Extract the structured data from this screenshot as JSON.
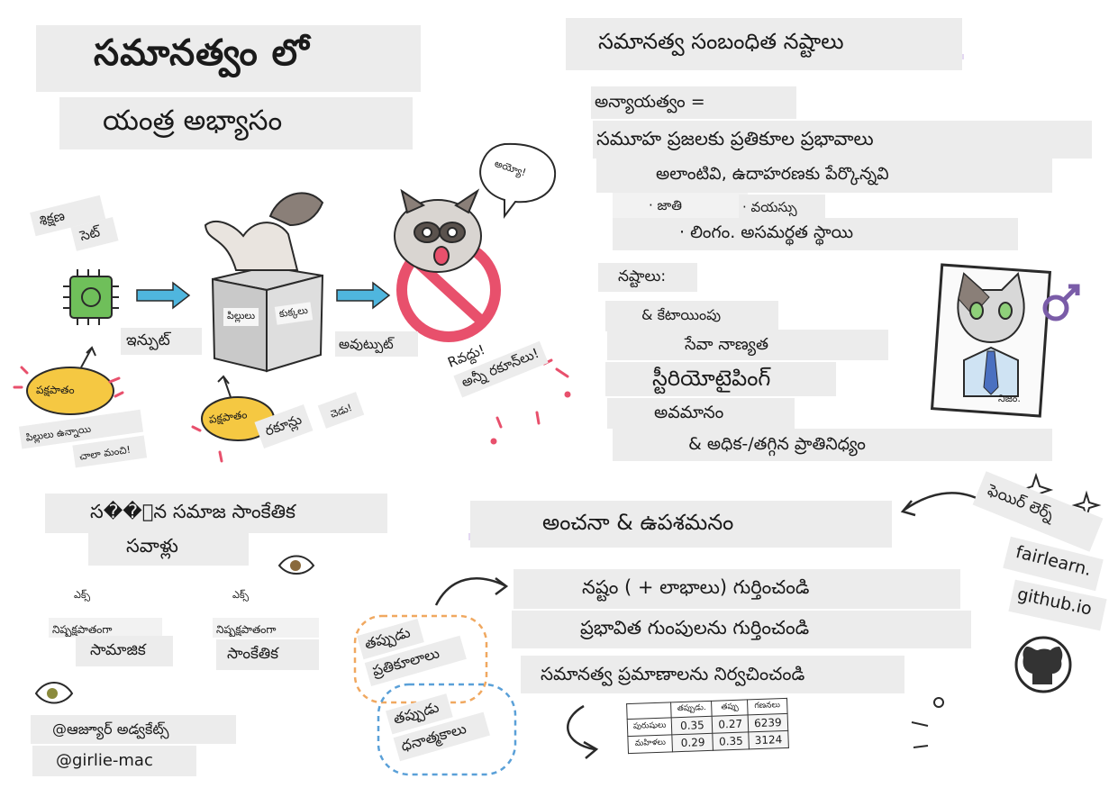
{
  "title": {
    "line1": "సమానత్వం లో",
    "line2": "యంత్ర అభ్యాసం"
  },
  "pipeline": {
    "training_set": [
      "శిక్షణ",
      "సెట్"
    ],
    "input": "ఇన్పుట్",
    "output": "అవుట్పుట్",
    "box_labels": [
      "పిల్లులు",
      "కుక్కలు"
    ],
    "bias1": "పక్షపాతం",
    "bias1_note": [
      "పిల్లులు ఉన్నాయి",
      "చాలా మంచి!"
    ],
    "bias2": "పక్షపాతం",
    "bias2_note": "రకూన్లు",
    "bias2_note2": "చెడు!",
    "speech": "అయ్యో!",
    "reject": [
      "Rవద్దు!",
      "అన్నీ రకూన్‌లు!"
    ]
  },
  "harms": {
    "heading": "సమానత్వ సంబంధిత నష్టాలు",
    "unfair_label": "అన్యాయత్వం =",
    "def1": "సమూహ ప్రజలకు ప్రతికూల ప్రభావాలు",
    "def2": "అలాంటివి, ఉదాహరణకు పేర్కొన్నవి",
    "item_caste": "· జాతి",
    "item_age": "· వయస్సు",
    "item_gender": "· లింగం. అసమర్థత స్థాయి",
    "harms_label": "నష్టాలు:",
    "harm1": "& కేటాయింపు",
    "harm2": "సేవా నాణ్యత",
    "harm3": "స్టీరియోటైపింగ్",
    "harm4": "అవమానం",
    "harm5": "& అధిక-/తగ్గిన ప్రాతినిధ్యం",
    "portrait_caption": "నిజం."
  },
  "socio": {
    "heading1": "స��ైన సమాజ సాంకేతిక",
    "heading2": "సవాళ్లు",
    "eq_label": "ఎక్స్",
    "eq_label2": "ఎక్స్",
    "neutral1": "నిష్పక్షపాతంగా",
    "social": "సామాజిక",
    "neutral2": "నిష్పక్షపాతంగా",
    "technical": "సాంకేతిక"
  },
  "mitigation": {
    "heading": "అంచనా & ఉపశమనం",
    "step1": "నష్టం ( + లాభాలు) గుర్తించండి",
    "step2": "ప్రభావిత గుంపులను గుర్తించండి",
    "step3": "సమానత్వ ప్రమాణాలను నిర్వచించండి",
    "false_neg": [
      "తప్పుడు",
      "ప్రతికూలాలు"
    ],
    "false_pos": [
      "తప్పుడు",
      "ధనాత్మకాలు"
    ]
  },
  "fairlearn": {
    "tag": "ఫెయిర్ లెర్న్",
    "line1": "fairlearn.",
    "line2": "github.io"
  },
  "credits": {
    "author1": "@ఆజ్యూర్ అడ్వకేట్స్",
    "author2": "@girlie-mac"
  },
  "table": {
    "headers": [
      "",
      "తప్పుడు.",
      "తప్పు",
      "గణనలు"
    ],
    "rows": [
      {
        "label": "పురుషులు",
        "cells": [
          "0.35",
          "0.27",
          "6239"
        ]
      },
      {
        "label": "మహిళలు",
        "cells": [
          "0.29",
          "0.35",
          "3124"
        ]
      }
    ]
  },
  "colors": {
    "strip": "#ececec",
    "arrow_blue": "#4fb6de",
    "bias_yellow": "#f5c842",
    "forbid_red": "#e8506c",
    "accent_purple": "#7a5ca8",
    "fn_orange": "#f0a860",
    "fp_blue": "#5aa0d8"
  }
}
